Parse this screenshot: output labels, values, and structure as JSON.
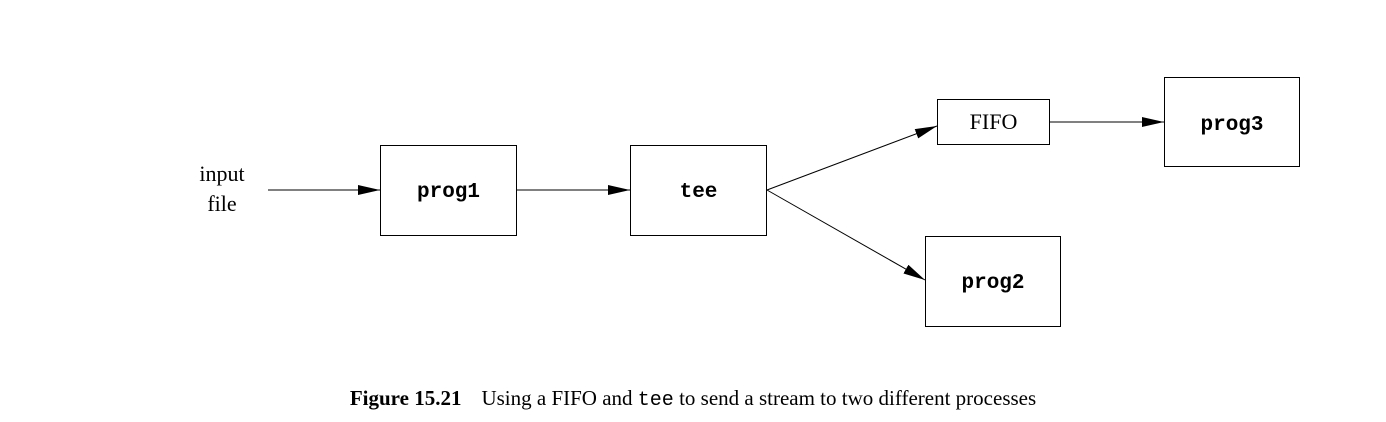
{
  "diagram": {
    "input_label_line1": "input",
    "input_label_line2": "file",
    "nodes": {
      "prog1": "prog1",
      "tee": "tee",
      "fifo": "FIFO",
      "prog3": "prog3",
      "prog2": "prog2"
    },
    "edges": [
      {
        "from": "input file",
        "to": "prog1"
      },
      {
        "from": "prog1",
        "to": "tee"
      },
      {
        "from": "tee",
        "to": "FIFO"
      },
      {
        "from": "tee",
        "to": "prog2"
      },
      {
        "from": "FIFO",
        "to": "prog3"
      }
    ]
  },
  "caption": {
    "number": "Figure 15.21",
    "text_before": "Using a FIFO and",
    "code": "tee",
    "text_after": "to send a stream to two different processes"
  }
}
